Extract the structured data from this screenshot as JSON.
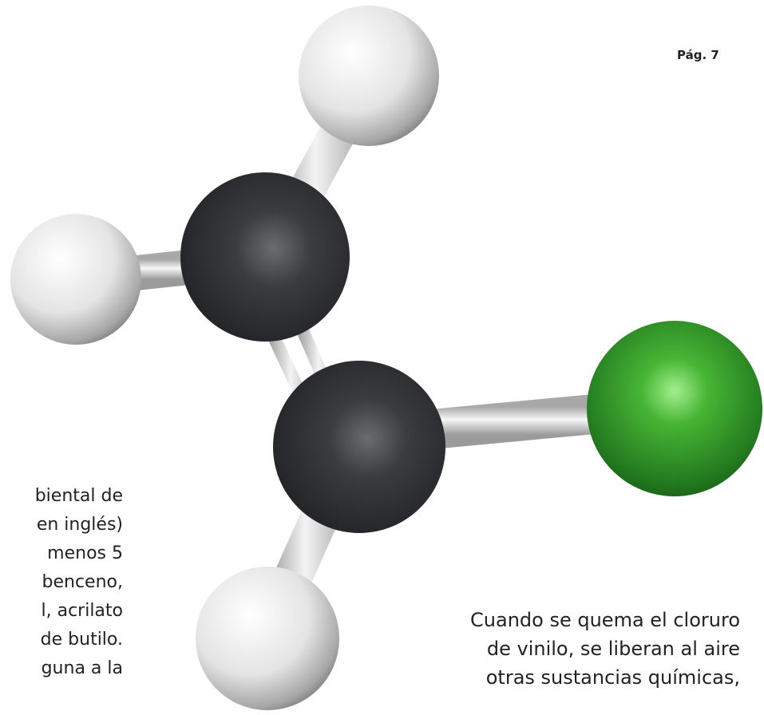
{
  "page": {
    "page_number": "Pág. 7"
  },
  "molecule": {
    "name_icon": "vinyl-chloride-molecule-3d"
  },
  "left_column": {
    "lines": [
      "biental de",
      "en inglés)",
      "menos 5",
      "benceno,",
      "l, acrilato",
      "de butilo.",
      "guna a la"
    ]
  },
  "right_column": {
    "lines": [
      "Cuando se quema el cloruro",
      "de vinilo, se liberan al aire",
      "otras sustancias químicas,"
    ]
  },
  "colors": {
    "carbon": "#2f3033",
    "hydrogen": "#e8e8e8",
    "chlorine": "#2f8a2a",
    "bond": "#d9d9d9",
    "text": "#222222"
  }
}
